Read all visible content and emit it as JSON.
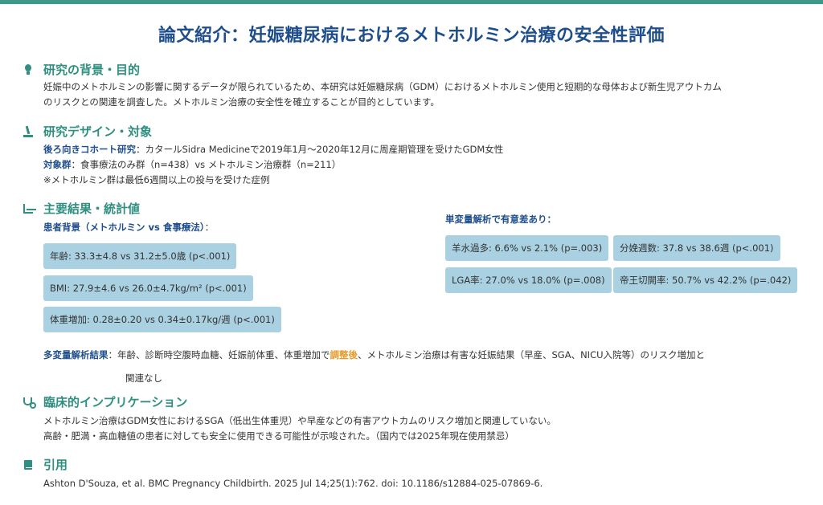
{
  "title": "論文紹介：妊娠糖尿病におけるメトホルミン治療の安全性評価",
  "background": {
    "heading": "研究の背景・目的",
    "icon": "lightbulb-icon",
    "line1": "妊娠中のメトホルミンの影響に関するデータが限られているため、本研究は妊娠糖尿病（GDM）におけるメトホルミン使用と短期的な母体および新生児アウトカム",
    "line2": "のリスクとの関連を調査した。メトホルミン治療の安全性を確立することが目的としています。"
  },
  "design": {
    "heading": "研究デザイン・対象",
    "icon": "microscope-icon",
    "cohort_label": "後ろ向きコホート研究",
    "cohort_text": "：カタールSidra Medicineで2019年1月〜2020年12月に周産期管理を受けたGDM女性",
    "groups_label": "対象群",
    "groups_text": "：食事療法のみ群（n=438）vs メトホルミン治療群（n=211）",
    "note": "※メトホルミン群は最低6週間以上の投与を受けた症例"
  },
  "results": {
    "heading": "主要結果・統計値",
    "icon": "bar-chart-icon",
    "patient_label": "患者背景（メトホルミン vs 食事療法）",
    "patient_suffix": "：",
    "patient_boxes": [
      "年齢: 33.3±4.8 vs 31.2±5.0歳 (p<.001)",
      "BMI: 27.9±4.6 vs 26.0±4.7kg/m² (p<.001)",
      "体重増加: 0.28±0.20 vs 0.34±0.17kg/週 (p<.001)"
    ],
    "univariate_label": "単変量解析で有意差あり：",
    "univariate_boxes": [
      "羊水過多: 6.6% vs 2.1% (p=.003)",
      "分娩週数: 37.8 vs 38.6週 (p<.001)",
      "LGA率: 27.0% vs 18.0% (p=.008)",
      "帝王切開率: 50.7% vs 42.2% (p=.042)"
    ],
    "multivariate_label": "多変量解析結果",
    "multivariate_pre": "：年齢、診断時空腹時血糖、妊娠前体重、体重増加で",
    "multivariate_highlight": "調整後",
    "multivariate_post": "、メトホルミン治療は有害な妊娠結果（早産、SGA、NICU入院等）のリスク増加と",
    "multivariate_line2": "関連なし"
  },
  "implications": {
    "heading": "臨床的インプリケーション",
    "icon": "stethoscope-icon",
    "line1": "メトホルミン治療はGDM女性におけるSGA（低出生体重児）や早産などの有害アウトカムのリスク増加と関連していない。",
    "line2": "高齢・肥満・高血糖値の患者に対しても安全に使用できる可能性が示唆された。（国内では2025年現在使用禁忌）"
  },
  "citation": {
    "heading": "引用",
    "icon": "book-icon",
    "text": "Ashton D'Souza, et al. BMC Pregnancy Childbirth. 2025 Jul 14;25(1):762. doi: 10.1186/s12884-025-07869-6."
  },
  "colors": {
    "accent": "#3a9a8a",
    "title": "#1f4e8c",
    "box": "#a9d1e2",
    "highlight": "#e89a2a"
  }
}
